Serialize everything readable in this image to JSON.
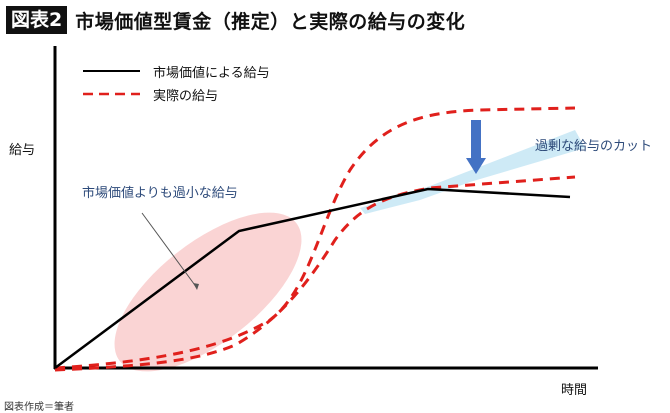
{
  "header": {
    "badge": "図表2",
    "title": "市場価値型賃金（推定）と実際の給与の変化"
  },
  "legend": {
    "items": [
      {
        "label": "市場価値による給与",
        "style": "solid",
        "color": "#000000"
      },
      {
        "label": "実際の給与",
        "style": "dashed",
        "color": "#e0201c"
      }
    ]
  },
  "axes": {
    "y_label": "給与",
    "x_label": "時間"
  },
  "annotations": {
    "underpaid": "市場価値よりも過小な給与",
    "cut": "過剰な給与のカット"
  },
  "credit": "図表作成＝筆者",
  "colors": {
    "market_line": "#000000",
    "actual_line": "#e0201c",
    "underpaid_area": "#f9cfcf",
    "cut_band": "#c5e6f5",
    "cut_arrow": "#4472c4"
  },
  "chart_data": {
    "type": "line",
    "title": "市場価値型賃金（推定）と実際の給与の変化",
    "xlabel": "時間",
    "ylabel": "給与",
    "grid": false,
    "legend_position": "top-left",
    "x_ticks": [],
    "y_ticks": [],
    "series": [
      {
        "name": "市場価値による給与",
        "style": "solid",
        "points_relative": [
          [
            0,
            0
          ],
          [
            0.34,
            0.75
          ],
          [
            0.69,
            1.0
          ],
          [
            0.95,
            0.94
          ]
        ]
      },
      {
        "name": "実際の給与 (upper)",
        "style": "dashed",
        "points_relative": [
          [
            0,
            0
          ],
          [
            0.3,
            0.2
          ],
          [
            0.5,
            0.9
          ],
          [
            0.7,
            1.45
          ],
          [
            0.95,
            1.5
          ]
        ]
      },
      {
        "name": "実際の給与 (after cut)",
        "style": "dashed",
        "points_relative": [
          [
            0,
            0
          ],
          [
            0.3,
            0.12
          ],
          [
            0.5,
            0.65
          ],
          [
            0.7,
            1.0
          ],
          [
            0.95,
            1.05
          ]
        ]
      }
    ],
    "annotations": [
      "市場価値よりも過小な給与",
      "過剰な給与のカット"
    ]
  }
}
